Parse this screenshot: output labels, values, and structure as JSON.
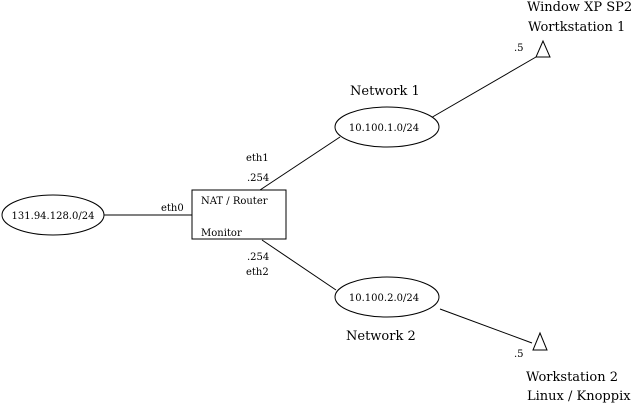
{
  "external_network": {
    "label": "131.94.128.0/24"
  },
  "router": {
    "title": "NAT / Router",
    "subtitle": "Monitor"
  },
  "interfaces": {
    "eth0": "eth0",
    "eth1": "eth1",
    "eth1_ip": ".254",
    "eth2": "eth2",
    "eth2_ip": ".254"
  },
  "network1": {
    "name": "Network 1",
    "subnet": "10.100.1.0/24"
  },
  "network2": {
    "name": "Network 2",
    "subnet": "10.100.2.0/24"
  },
  "workstation1": {
    "line1": "Window XP SP2",
    "line2": "Wortkstation 1",
    "ip": ".5"
  },
  "workstation2": {
    "line1": "Workstation 2",
    "line2": "Linux / Knoppix",
    "ip": ".5"
  }
}
